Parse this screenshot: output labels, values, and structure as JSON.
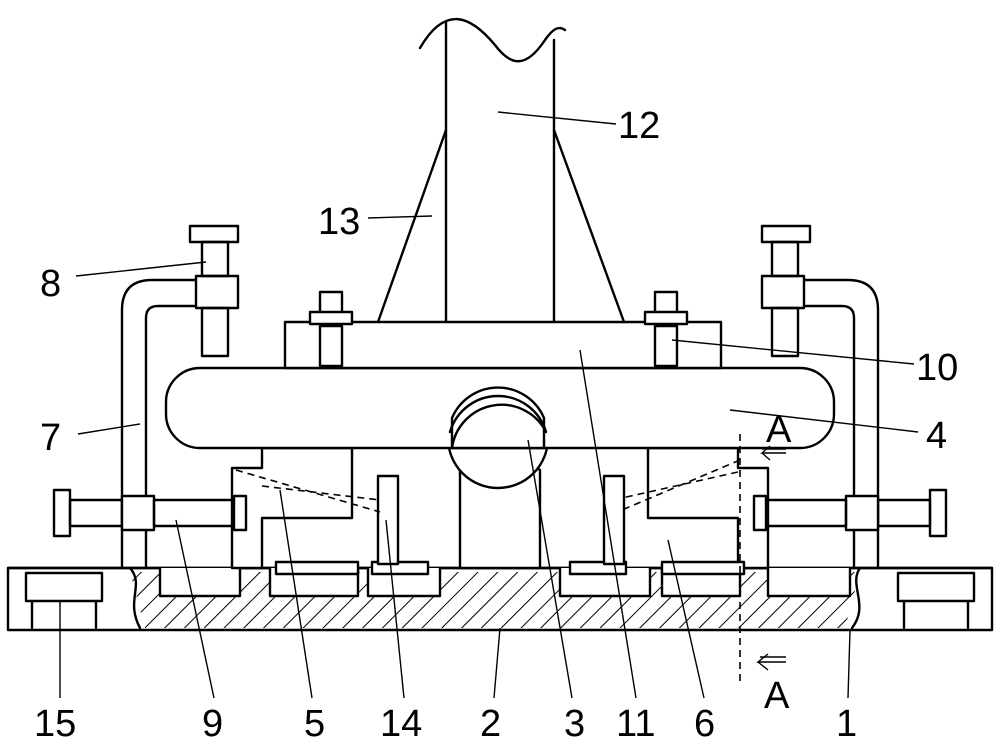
{
  "diagram": {
    "part_labels": [
      "1",
      "2",
      "3",
      "4",
      "5",
      "6",
      "7",
      "8",
      "9",
      "10",
      "11",
      "12",
      "13",
      "14",
      "15"
    ],
    "section_marker": "A"
  }
}
